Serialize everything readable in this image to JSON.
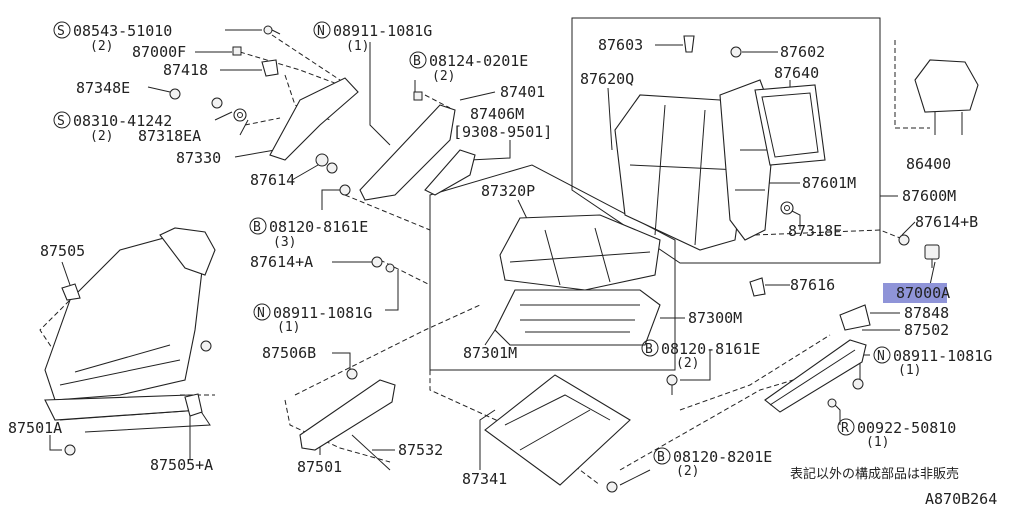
{
  "labels": {
    "s_08543": "08543-51010",
    "s_08543_qty": "(2)",
    "p_87000F": "87000F",
    "p_87418": "87418",
    "p_87348E": "87348E",
    "s_08310": "08310-41242",
    "s_08310_qty": "(2)",
    "p_87318EA": "87318EA",
    "p_87330": "87330",
    "n_08911_top": "08911-1081G",
    "n_08911_top_qty": "(1)",
    "b_08124": "08124-0201E",
    "b_08124_qty": "(2)",
    "p_87401": "87401",
    "p_87406M": "87406M",
    "p_87406M_range": "[9308-9501]",
    "p_87614": "87614",
    "b_08120_a": "08120-8161E",
    "b_08120_a_qty": "(3)",
    "p_87614A": "87614+A",
    "n_08911_mid": "08911-1081G",
    "n_08911_mid_qty": "(1)",
    "p_87506B": "87506B",
    "p_87505": "87505",
    "p_87501A": "87501A",
    "p_87505A": "87505+A",
    "p_87501": "87501",
    "p_87532": "87532",
    "p_87341": "87341",
    "p_87320P": "87320P",
    "p_87301M": "87301M",
    "p_87300M": "87300M",
    "b_08120_b": "08120-8161E",
    "b_08120_b_qty": "(2)",
    "b_08120_c": "08120-8201E",
    "b_08120_c_qty": "(2)",
    "p_87603": "87603",
    "p_87602": "87602",
    "p_87620Q": "87620Q",
    "p_87640": "87640",
    "p_87601M": "87601M",
    "p_87318E": "87318E",
    "p_87600M": "87600M",
    "p_86400": "86400",
    "p_87614B": "87614+B",
    "p_87000A": "87000A",
    "p_87616": "87616",
    "p_87848": "87848",
    "p_87502": "87502",
    "n_08911_right": "08911-1081G",
    "n_08911_right_qty": "(1)",
    "r_00922": "00922-50810",
    "r_00922_qty": "(1)",
    "note": "表記以外の構成部品は非販売",
    "diagram_id": "A870B264"
  },
  "symbols": {
    "S": "S",
    "N": "N",
    "B": "B",
    "R": "R"
  },
  "colors": {
    "highlight": "#8f94d8",
    "ink": "#222222"
  }
}
